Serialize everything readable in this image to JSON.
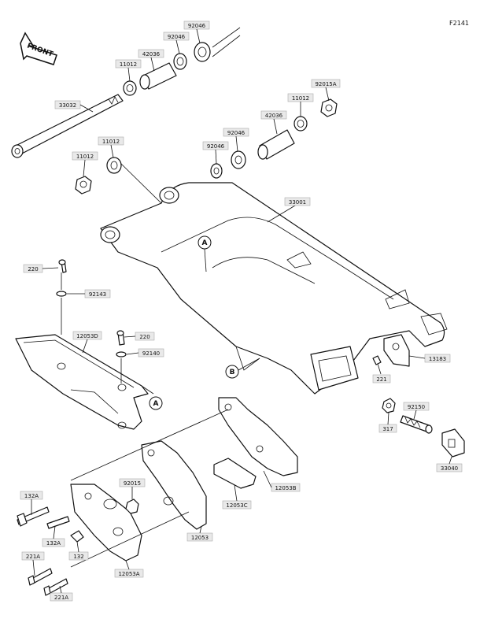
{
  "figure_id": "F2141",
  "front_label": "FRONT",
  "callouts": {
    "a": "A",
    "b": "B"
  },
  "parts": {
    "p33032": "33032",
    "p11012_top": "11012",
    "p42036_top": "42036",
    "p92046_top_a": "92046",
    "p92046_top_b": "92046",
    "p11012_left": "11012",
    "p11012_mid": "11012",
    "p92046_mid_a": "92046",
    "p92046_mid_b": "92046",
    "p42036_mid": "42036",
    "p11012_right": "11012",
    "p92015a": "92015A",
    "p33001": "33001",
    "p220_a": "220",
    "p92143": "92143",
    "p12053d": "12053D",
    "p220_b": "220",
    "p92140": "92140",
    "p13183": "13183",
    "p221": "221",
    "p317": "317",
    "p92150": "92150",
    "p33040": "33040",
    "p12053b": "12053B",
    "p12053c": "12053C",
    "p12053": "12053",
    "p92015": "92015",
    "p132a_a": "132A",
    "p132a_b": "132A",
    "p132": "132",
    "p12053a": "12053A",
    "p221a_a": "221A",
    "p221a_b": "221A"
  }
}
